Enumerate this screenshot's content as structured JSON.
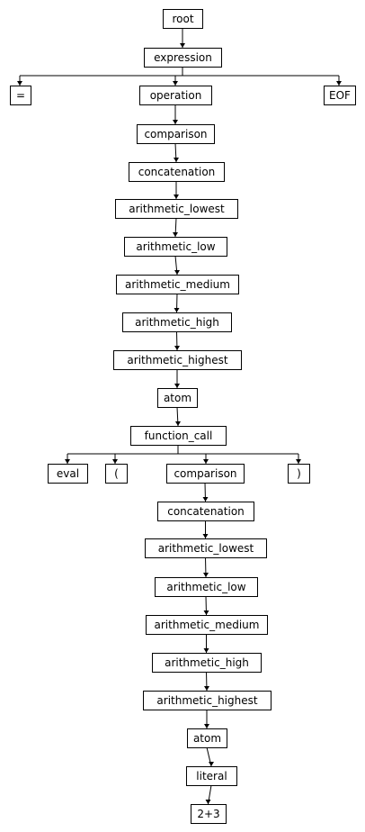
{
  "tree": {
    "nodes": [
      {
        "id": "root",
        "label": "root"
      },
      {
        "id": "expression",
        "label": "expression"
      },
      {
        "id": "eq",
        "label": "="
      },
      {
        "id": "operation",
        "label": "operation"
      },
      {
        "id": "eof",
        "label": "EOF"
      },
      {
        "id": "comparison1",
        "label": "comparison"
      },
      {
        "id": "concatenation1",
        "label": "concatenation"
      },
      {
        "id": "arith_lowest1",
        "label": "arithmetic_lowest"
      },
      {
        "id": "arith_low1",
        "label": "arithmetic_low"
      },
      {
        "id": "arith_medium1",
        "label": "arithmetic_medium"
      },
      {
        "id": "arith_high1",
        "label": "arithmetic_high"
      },
      {
        "id": "arith_highest1",
        "label": "arithmetic_highest"
      },
      {
        "id": "atom1",
        "label": "atom"
      },
      {
        "id": "function_call",
        "label": "function_call"
      },
      {
        "id": "eval",
        "label": "eval"
      },
      {
        "id": "lparen",
        "label": "("
      },
      {
        "id": "comparison2",
        "label": "comparison"
      },
      {
        "id": "rparen",
        "label": ")"
      },
      {
        "id": "concatenation2",
        "label": "concatenation"
      },
      {
        "id": "arith_lowest2",
        "label": "arithmetic_lowest"
      },
      {
        "id": "arith_low2",
        "label": "arithmetic_low"
      },
      {
        "id": "arith_medium2",
        "label": "arithmetic_medium"
      },
      {
        "id": "arith_high2",
        "label": "arithmetic_high"
      },
      {
        "id": "arith_highest2",
        "label": "arithmetic_highest"
      },
      {
        "id": "atom2",
        "label": "atom"
      },
      {
        "id": "literal",
        "label": "literal"
      },
      {
        "id": "value",
        "label": "2+3"
      }
    ],
    "edges": [
      [
        "root",
        "expression"
      ],
      [
        "expression",
        "eq"
      ],
      [
        "expression",
        "operation"
      ],
      [
        "expression",
        "eof"
      ],
      [
        "operation",
        "comparison1"
      ],
      [
        "comparison1",
        "concatenation1"
      ],
      [
        "concatenation1",
        "arith_lowest1"
      ],
      [
        "arith_lowest1",
        "arith_low1"
      ],
      [
        "arith_low1",
        "arith_medium1"
      ],
      [
        "arith_medium1",
        "arith_high1"
      ],
      [
        "arith_high1",
        "arith_highest1"
      ],
      [
        "arith_highest1",
        "atom1"
      ],
      [
        "atom1",
        "function_call"
      ],
      [
        "function_call",
        "eval"
      ],
      [
        "function_call",
        "lparen"
      ],
      [
        "function_call",
        "comparison2"
      ],
      [
        "function_call",
        "rparen"
      ],
      [
        "comparison2",
        "concatenation2"
      ],
      [
        "concatenation2",
        "arith_lowest2"
      ],
      [
        "arith_lowest2",
        "arith_low2"
      ],
      [
        "arith_low2",
        "arith_medium2"
      ],
      [
        "arith_medium2",
        "arith_high2"
      ],
      [
        "arith_high2",
        "arith_highest2"
      ],
      [
        "arith_highest2",
        "atom2"
      ],
      [
        "atom2",
        "literal"
      ],
      [
        "literal",
        "value"
      ]
    ]
  }
}
